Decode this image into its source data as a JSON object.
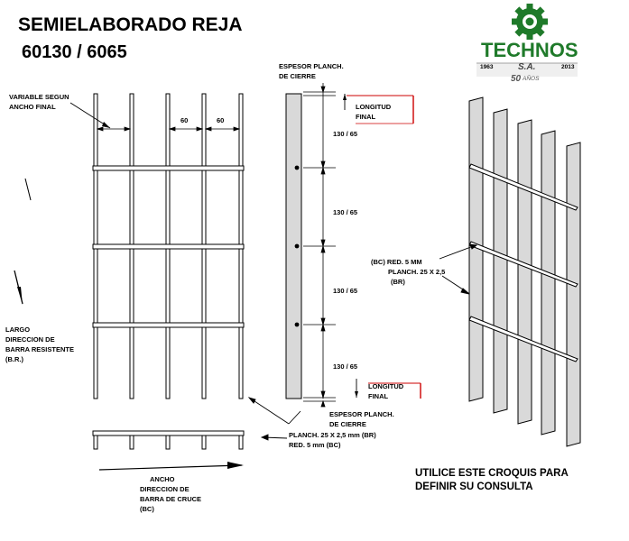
{
  "title": {
    "line1": "SEMIELABORADO  REJA",
    "line2": "60130 / 6065"
  },
  "logo": {
    "name": "TECHNOS",
    "suffix": "S.A.",
    "year_start": "1963",
    "year_end": "2013",
    "anniversary_number": "50",
    "anniversary_word": "AÑOS",
    "color": "#1f7a2a"
  },
  "front_view": {
    "variable_label": [
      "VARIABLE SEGUN",
      "ANCHO FINAL"
    ],
    "spacing_labels": [
      "60",
      "60"
    ],
    "largo_label": [
      "LARGO",
      "DIRECCION DE",
      "BARRA RESISTENTE",
      "(B.R.)"
    ],
    "ancho_label": [
      "ANCHO",
      "DIRECCION DE",
      "BARRA DE CRUCE",
      "(BC)"
    ]
  },
  "side_view": {
    "espesor_top": [
      "ESPESOR PLANCH.",
      "DE CIERRE"
    ],
    "longitud_top": [
      "LONGITUD",
      "FINAL"
    ],
    "segments": [
      "130 / 65",
      "130 / 65",
      "130 / 65",
      "130 / 65"
    ],
    "longitud_bottom": [
      "LONGITUD",
      "FINAL"
    ],
    "espesor_bottom": [
      "ESPESOR PLANCH.",
      "DE CIERRE"
    ],
    "planch_label": "PLANCH. 25 X 2,5 mm (BR)",
    "red_label": "RED. 5 mm (BC)"
  },
  "iso_view": {
    "red_label": "(BC) RED. 5 MM",
    "planch_label": "PLANCH. 25 X 2,5",
    "br_label": "(BR)"
  },
  "note": [
    "UTILICE ESTE CROQUIS PARA",
    "DEFINIR SU CONSULTA"
  ],
  "accent_red": "#cc0000"
}
